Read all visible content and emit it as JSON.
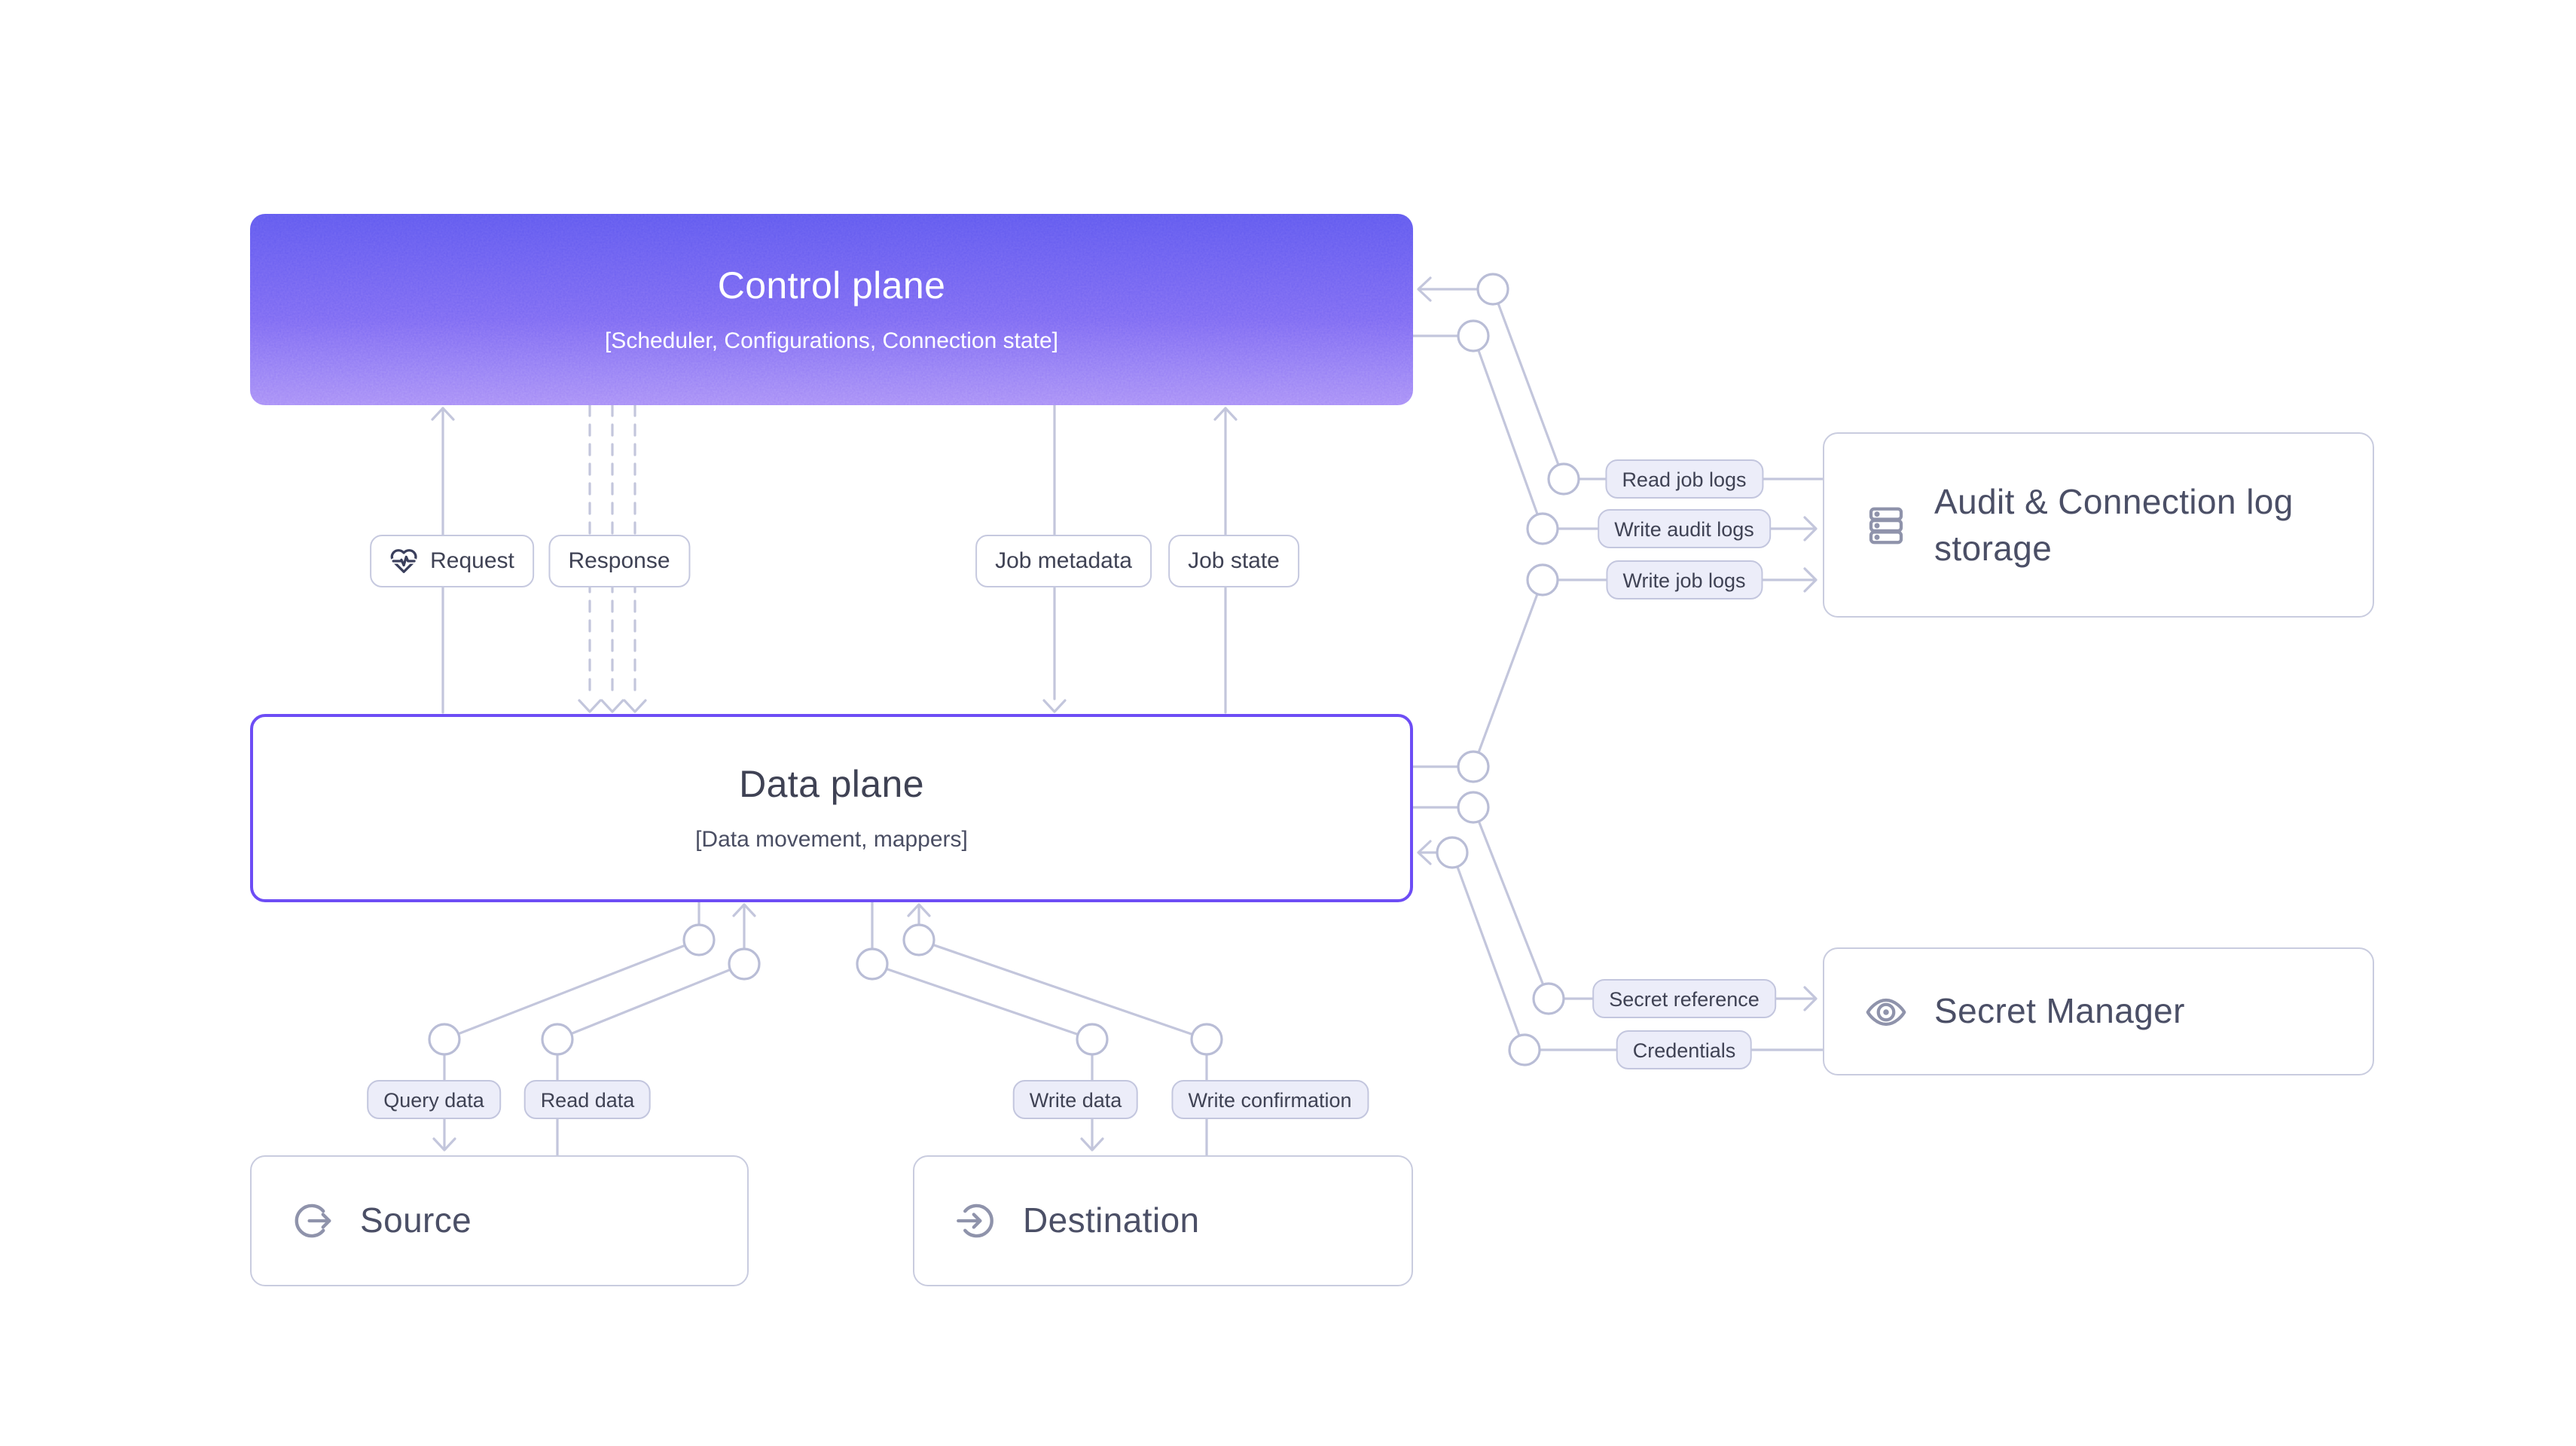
{
  "nodes": {
    "control_plane": {
      "title": "Control plane",
      "subtitle": "[Scheduler, Configurations, Connection state]"
    },
    "data_plane": {
      "title": "Data plane",
      "subtitle": "[Data movement, mappers]"
    },
    "source": {
      "title": "Source",
      "icon": "export-circle-icon"
    },
    "destination": {
      "title": "Destination",
      "icon": "import-circle-icon"
    },
    "audit_log_storage": {
      "title": "Audit & Connection log storage",
      "icon": "server-stack-icon"
    },
    "secret_manager": {
      "title": "Secret Manager",
      "icon": "iris-eye-icon"
    }
  },
  "edge_labels": {
    "request": {
      "text": "Request",
      "icon": "heart-pulse-icon"
    },
    "response": {
      "text": "Response"
    },
    "job_metadata": {
      "text": "Job metadata"
    },
    "job_state": {
      "text": "Job state"
    },
    "read_job_logs": {
      "text": "Read job logs"
    },
    "write_audit_logs": {
      "text": "Write audit logs"
    },
    "write_job_logs": {
      "text": "Write job logs"
    },
    "secret_reference": {
      "text": "Secret reference"
    },
    "credentials": {
      "text": "Credentials"
    },
    "query_data": {
      "text": "Query data"
    },
    "read_data": {
      "text": "Read data"
    },
    "write_data": {
      "text": "Write data"
    },
    "write_confirmation": {
      "text": "Write confirmation"
    }
  },
  "colors": {
    "background": "#ffffff",
    "connector_line": "#c3c6dc",
    "junction_stroke": "#b9bdd6",
    "node_border": "#c9ccdf",
    "data_plane_border": "#6d4df5",
    "control_plane_gradient_top": "#5f58ef",
    "control_plane_gradient_bottom": "#a78df7",
    "label_fill_lavender": "#ecedf9",
    "label_fill_white": "#ffffff",
    "text_dark": "#3f4254",
    "node_title_text": "#4b4f66",
    "icon_grey": "#8f93ab",
    "request_icon_color": "#3a3f5c"
  }
}
